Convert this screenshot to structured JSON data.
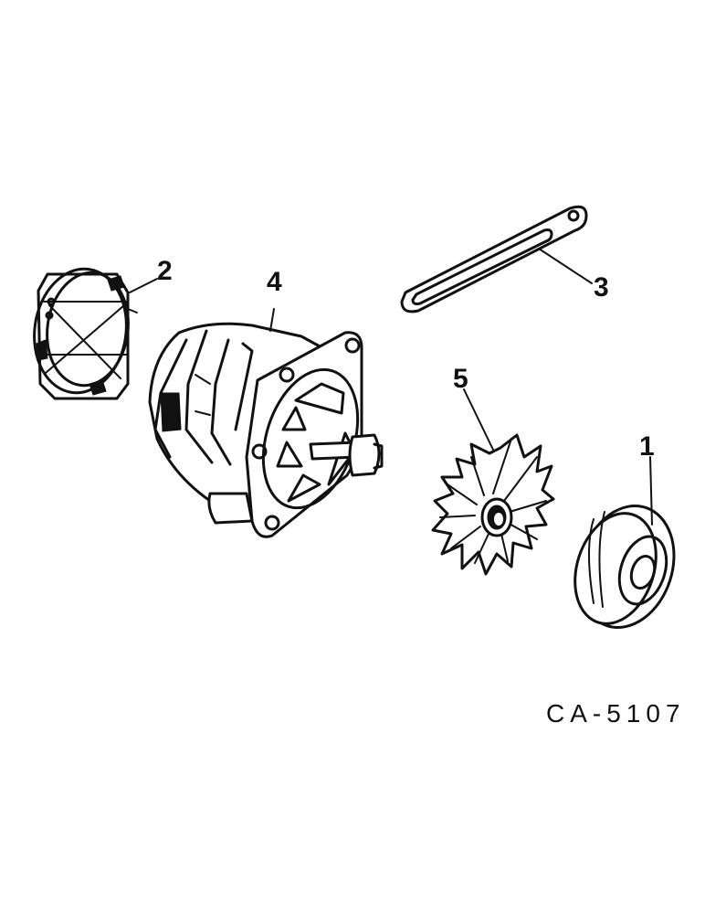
{
  "callouts": {
    "item1": "1",
    "item2": "2",
    "item3": "3",
    "item4": "4",
    "item5": "5"
  },
  "figure_id": "CA-5107",
  "colors": {
    "ink": "#111111",
    "paper": "#ffffff"
  }
}
